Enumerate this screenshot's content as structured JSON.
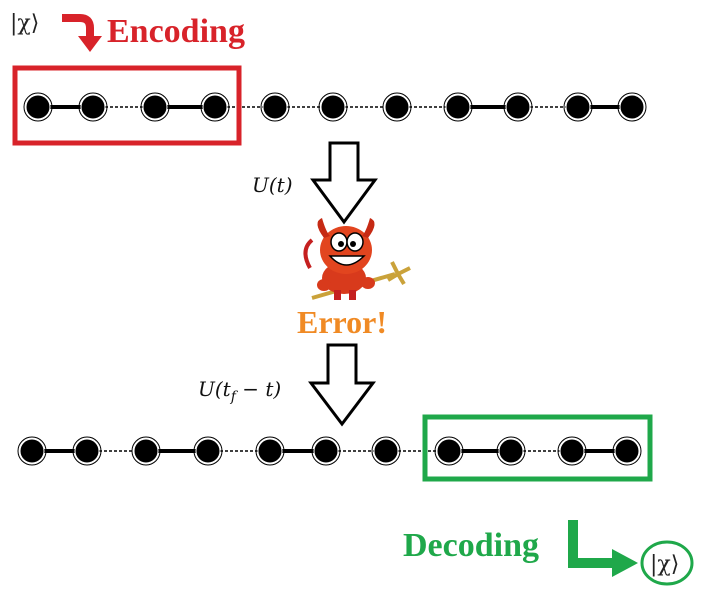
{
  "colors": {
    "encoding": "#d8232a",
    "decoding": "#1fa84a",
    "error": "#f08a24",
    "node": "#000000"
  },
  "top": {
    "input_state": "|χ⟩",
    "encoding_label": "Encoding",
    "operator_label": "U(t)"
  },
  "middle": {
    "character": "devil-with-trident",
    "error_label": "Error!"
  },
  "bottom": {
    "operator_label": "U(t_f − t)",
    "operator_main": "U(t",
    "operator_sub": "f",
    "operator_tail": " − t)",
    "decoding_label": "Decoding",
    "output_state": "|χ⟩"
  },
  "chains": {
    "top_bonds": [
      "strong",
      "weak",
      "strong",
      "weak",
      "weak",
      "weak",
      "weak",
      "strong",
      "weak",
      "strong"
    ],
    "bottom_bonds": [
      "strong",
      "weak",
      "strong",
      "weak",
      "strong",
      "weak",
      "weak",
      "strong",
      "weak",
      "strong"
    ]
  }
}
